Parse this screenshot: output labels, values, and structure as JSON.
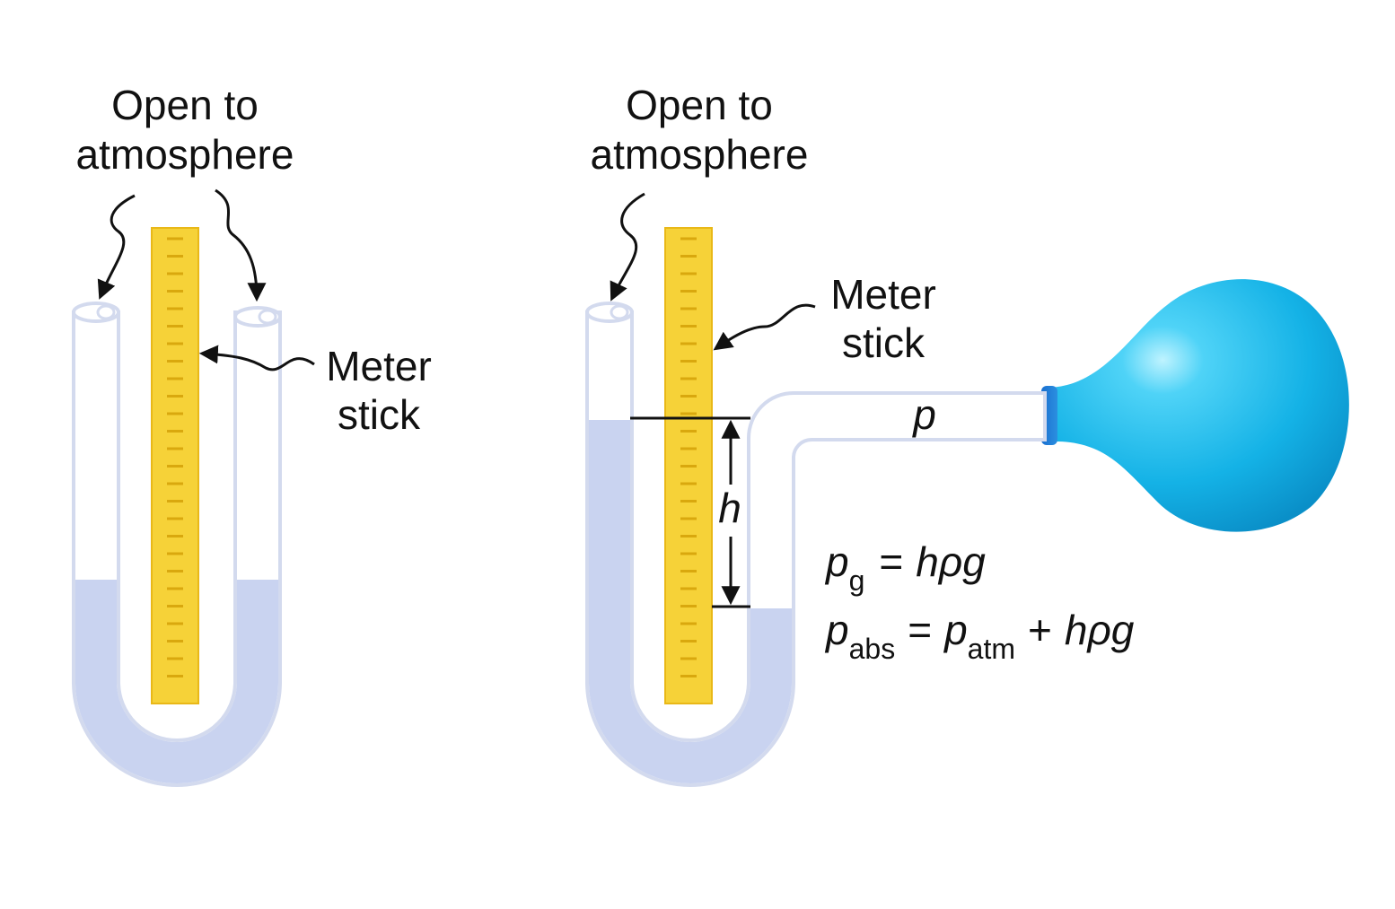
{
  "left_manometer": {
    "open_label_line1": "Open to",
    "open_label_line2": "atmosphere",
    "meter_label_line1": "Meter",
    "meter_label_line2": "stick"
  },
  "right_manometer": {
    "open_label_line1": "Open to",
    "open_label_line2": "atmosphere",
    "meter_label_line1": "Meter",
    "meter_label_line2": "stick",
    "pressure_label": "p",
    "height_label": "h"
  },
  "equations": {
    "gauge": {
      "lhs": "p",
      "lhs_sub": "g",
      "equals": "=",
      "rhs": "hρg"
    },
    "absolute": {
      "lhs": "p",
      "lhs_sub": "abs",
      "equals": "=",
      "term1": "p",
      "term1_sub": "atm",
      "plus": "+",
      "term2": "hρg"
    }
  },
  "colors": {
    "tube": "#ffffff",
    "tube_outline": "#d6dcef",
    "liquid": "#c9d3f0",
    "meter_stick": "#f6d238",
    "meter_tick": "#d9a80e",
    "bulb": "#17b8e8",
    "bulb_neck": "#1f7fd6"
  }
}
